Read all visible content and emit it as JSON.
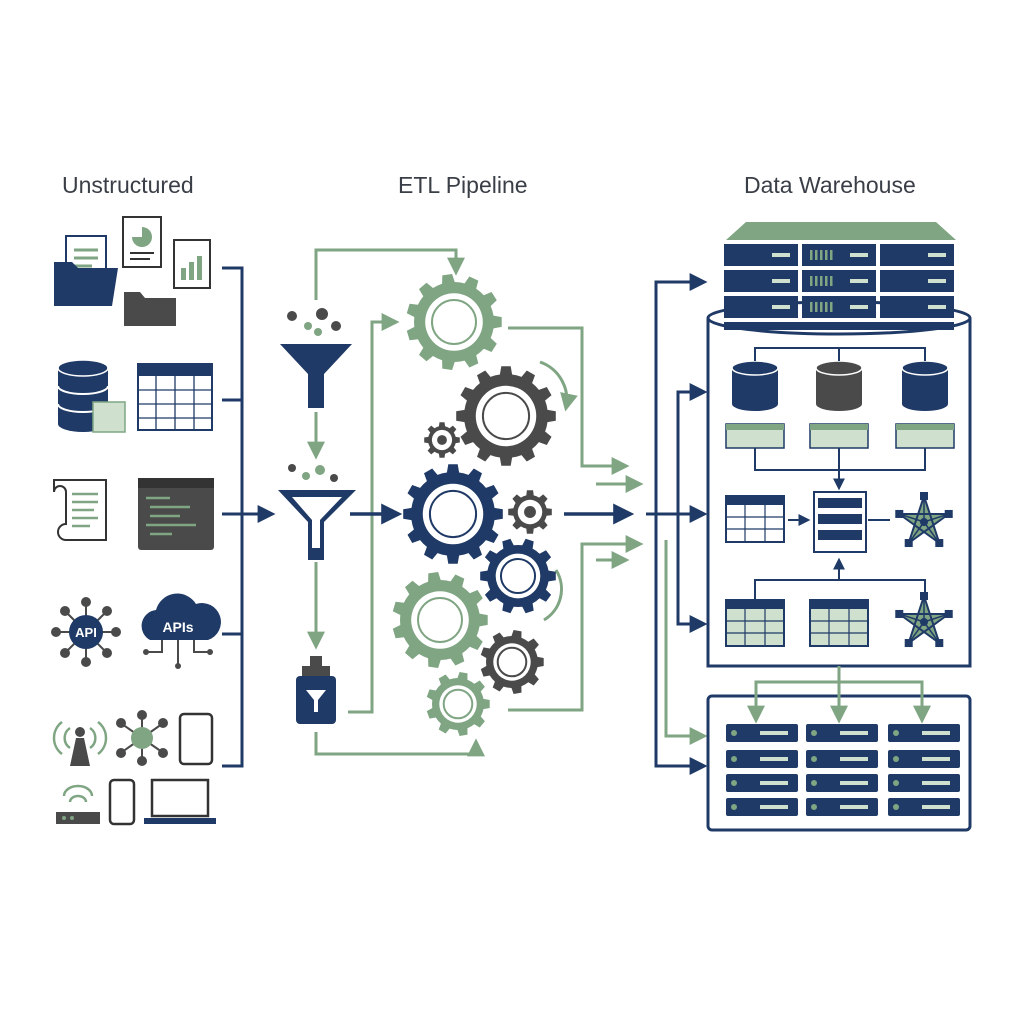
{
  "headings": {
    "sources": "Unstructured",
    "pipeline": "ETL Pipeline",
    "warehouse": "Data Warehouse"
  },
  "icon_labels": {
    "api_hub": "API",
    "api_cloud": "APIs"
  },
  "colors": {
    "navy": "#1f3a66",
    "green": "#7fa583",
    "light_green": "#cfe0cf",
    "charcoal": "#4a4a4a",
    "text": "#3a3f47"
  },
  "icons": [
    "document-folder-icon",
    "pie-chart-doc-icon",
    "bar-chart-doc-icon",
    "folder-icon",
    "database-icon",
    "spreadsheet-icon",
    "scroll-log-icon",
    "code-window-icon",
    "api-hub-icon",
    "api-cloud-icon",
    "antenna-icon",
    "iot-network-icon",
    "tablet-icon",
    "router-icon",
    "phone-icon",
    "laptop-icon",
    "funnel-icon",
    "funnel-filter-icon",
    "filter-container-icon",
    "gear-icon",
    "server-rack-icon",
    "star-schema-icon",
    "table-icon"
  ]
}
